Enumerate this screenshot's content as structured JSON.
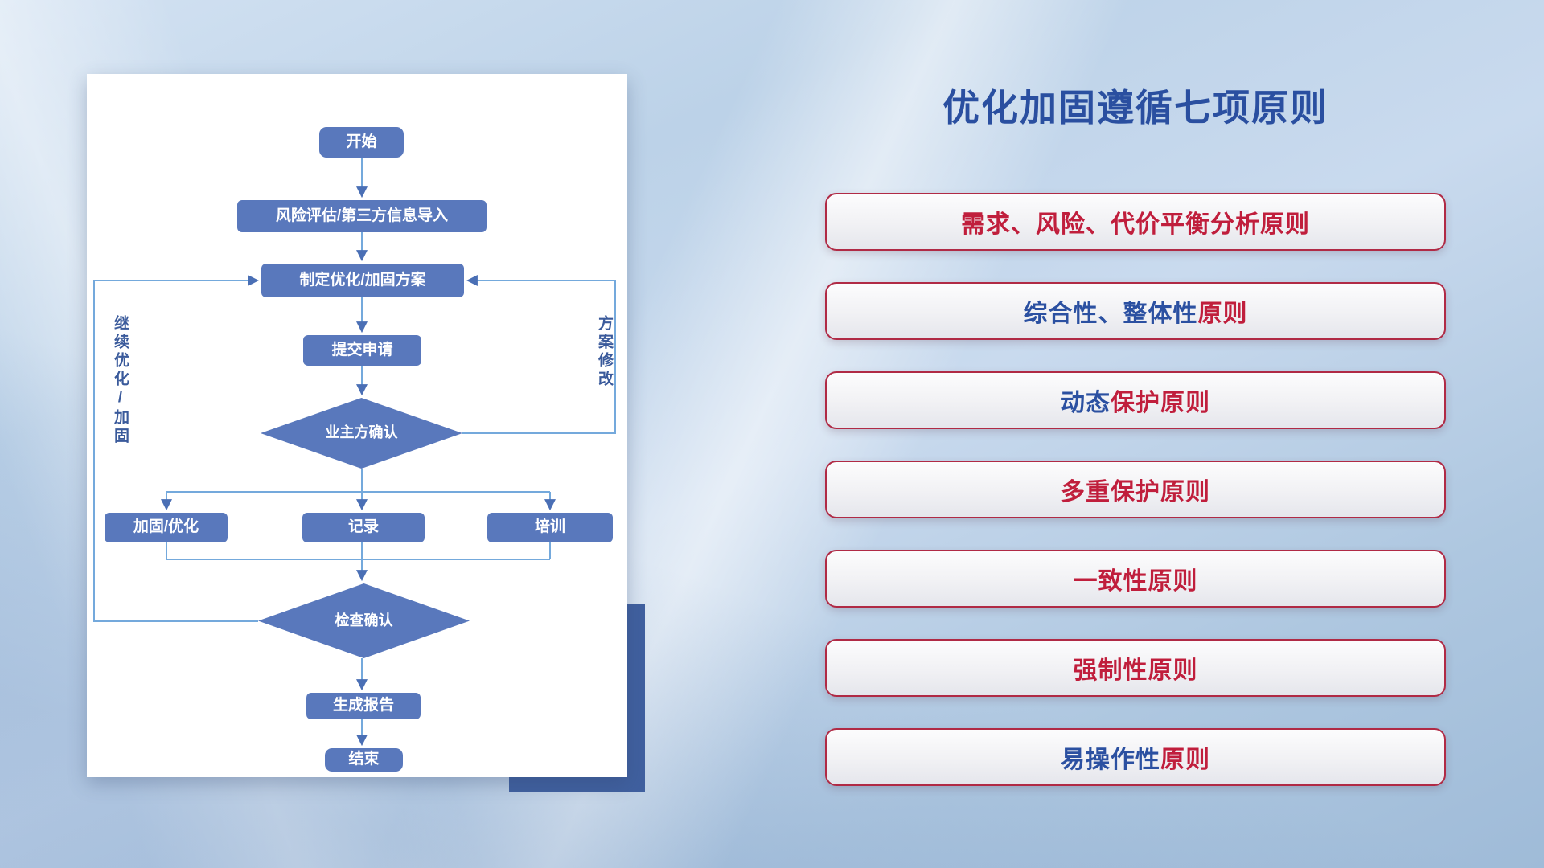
{
  "flowchart": {
    "nodes": {
      "start": "开始",
      "risk": "风险评估/第三方信息导入",
      "plan": "制定优化/加固方案",
      "submit": "提交申请",
      "owner_confirm": "业主方确认",
      "harden": "加固/优化",
      "record": "记录",
      "training": "培训",
      "check_confirm": "检查确认",
      "report": "生成报告",
      "end": "结束"
    },
    "labels": {
      "continue_loop": "继续优化/加固",
      "plan_revision": "方案修改"
    }
  },
  "panel": {
    "title": "优化加固遵循七项原则",
    "principles": [
      {
        "segments": [
          {
            "text": "需求、风险、代价平衡分析原则",
            "color": "#c01e3c"
          }
        ]
      },
      {
        "segments": [
          {
            "text": "综合性、整体性",
            "color": "#2b50a1"
          },
          {
            "text": "原则",
            "color": "#c01e3c"
          }
        ]
      },
      {
        "segments": [
          {
            "text": "动态",
            "color": "#2b50a1"
          },
          {
            "text": "保护原则",
            "color": "#c01e3c"
          }
        ]
      },
      {
        "segments": [
          {
            "text": "多重保护原则",
            "color": "#c01e3c"
          }
        ]
      },
      {
        "segments": [
          {
            "text": "一致性原则",
            "color": "#c01e3c"
          }
        ]
      },
      {
        "segments": [
          {
            "text": "强制性原则",
            "color": "#c01e3c"
          }
        ]
      },
      {
        "segments": [
          {
            "text": "易操作性",
            "color": "#2b50a1"
          },
          {
            "text": "原则",
            "color": "#c01e3c"
          }
        ]
      }
    ]
  },
  "colors": {
    "node_blue": "#5978bc",
    "line_blue": "#74a9dc",
    "title_blue": "#2a4fa0",
    "principle_red": "#c01e3c",
    "principle_blue": "#2b50a1",
    "border_red": "#b02a45",
    "shadow_rect_blue": "#40609f"
  }
}
